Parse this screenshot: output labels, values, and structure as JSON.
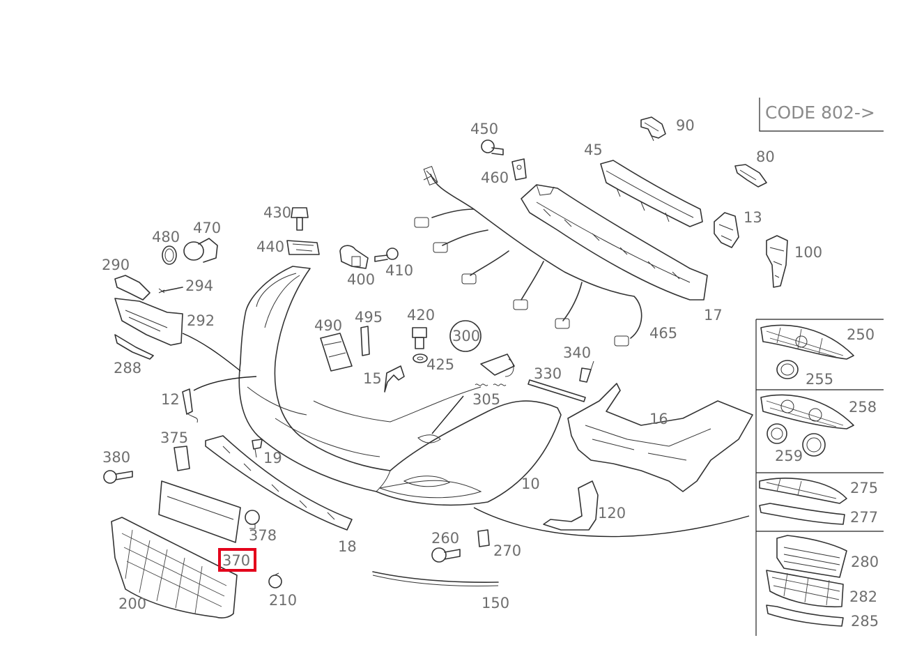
{
  "code_box": {
    "text": "CODE 802->"
  },
  "highlighted_part": "370",
  "callouts": {
    "c450": "450",
    "c460": "460",
    "c90": "90",
    "c45": "45",
    "c80": "80",
    "c13": "13",
    "c100": "100",
    "c17": "17",
    "c465": "465",
    "c430": "430",
    "c440": "440",
    "c400": "400",
    "c410": "410",
    "c480": "480",
    "c470": "470",
    "c290": "290",
    "c294": "294",
    "c292": "292",
    "c288": "288",
    "c490": "490",
    "c495": "495",
    "c420": "420",
    "c425": "425",
    "c300": "300",
    "c15": "15",
    "c305": "305",
    "c340": "340",
    "c330": "330",
    "c12": "12",
    "c375": "375",
    "c19": "19",
    "c16": "16",
    "c380": "380",
    "c10": "10",
    "c120": "120",
    "c378": "378",
    "c18": "18",
    "c370": "370",
    "c260": "260",
    "c270": "270",
    "c200": "200",
    "c210": "210",
    "c150": "150"
  },
  "variant_panel": {
    "c250": "250",
    "c255": "255",
    "c258": "258",
    "c259": "259",
    "c275": "275",
    "c277": "277",
    "c280": "280",
    "c282": "282",
    "c285": "285"
  },
  "colors": {
    "highlight": "#e3001b",
    "label": "#6e6e6e",
    "line": "#333333"
  }
}
